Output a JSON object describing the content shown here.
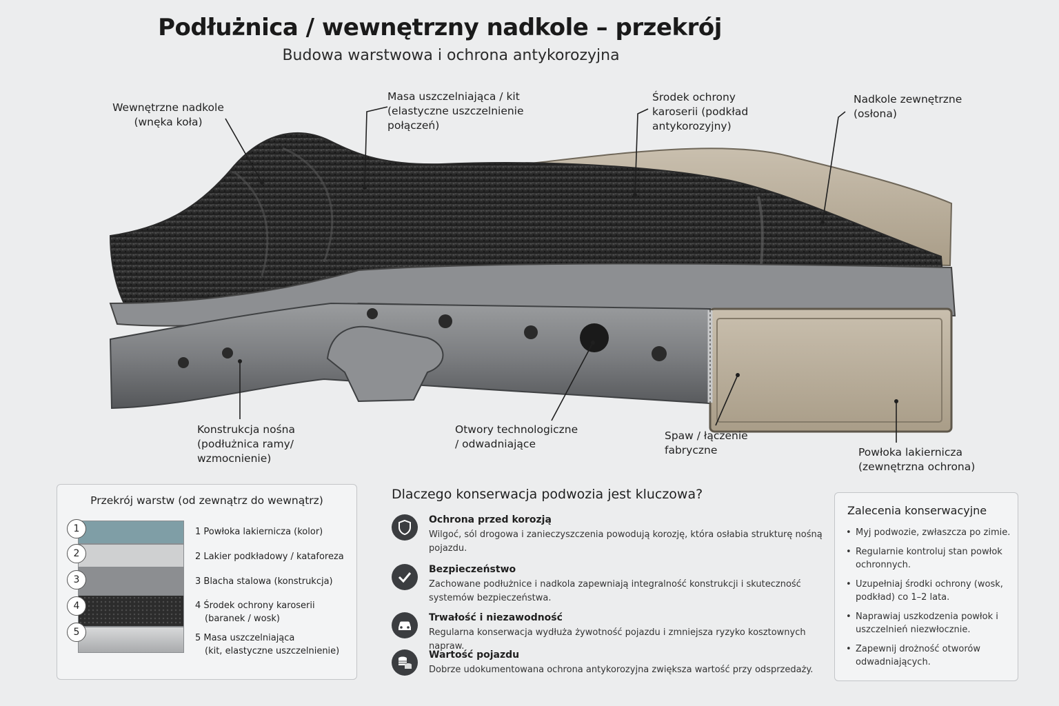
{
  "header": {
    "title": "Podłużnica / wewnętrzny nadkole – przekrój",
    "subtitle": "Budowa warstwowa i ochrona antykorozyjna"
  },
  "callouts": {
    "inner_wheelarch": {
      "main": "Wewnętrzne nadkole",
      "sub": "(wnęka koła)"
    },
    "sealant": {
      "main": "Masa uszczelniająca / kit",
      "sub1": "(elastyczne uszczelnienie",
      "sub2": "połączeń)"
    },
    "underbody_protection": {
      "line1": "Środek ochrony",
      "line2": "karoserii (podkład",
      "line3": "antykorozyjny)"
    },
    "outer_wheelarch": {
      "main": "Nadkole zewnętrzne",
      "sub": "(osłona)"
    },
    "structure": {
      "main": "Konstrukcja nośna",
      "sub1": "(podłużnica ramy/",
      "sub2": "wzmocnienie)"
    },
    "holes": {
      "main": "Otwory technologiczne",
      "sub": "/ odwadniające"
    },
    "weld": {
      "main": "Spaw / łączenie",
      "sub": "fabryczne"
    },
    "paint": {
      "main": "Powłoka lakiernicza",
      "sub": "(zewnętrzna ochrona)"
    }
  },
  "layers": {
    "title": "Przekrój warstw (od zewnątrz do wewnątrz)",
    "items": [
      {
        "num": "1",
        "label": "1  Powłoka lakiernicza (kolor)",
        "sub": "",
        "color": "#7f9ea6"
      },
      {
        "num": "2",
        "label": "2  Lakier podkładowy / kataforeza",
        "sub": "",
        "color": "#cfd0d1"
      },
      {
        "num": "3",
        "label": "3  Blacha stalowa (konstrukcja)",
        "sub": "",
        "color": "#8c8e91"
      },
      {
        "num": "4",
        "label": "4  Środek ochrony karoserii",
        "sub": "(baranek / wosk)",
        "color": "#2c2c2c"
      },
      {
        "num": "5",
        "label": "5  Masa uszczelniająca",
        "sub": "(kit, elastyczne uszczelnienie)",
        "color": "#b9bbbd"
      }
    ]
  },
  "why": {
    "title": "Dlaczego konserwacja podwozia jest kluczowa?",
    "items": [
      {
        "icon": "shield-icon",
        "head": "Ochrona przed korozją",
        "text": "Wilgoć, sól drogowa i zanieczyszczenia powodują korozję, która osłabia strukturę nośną pojazdu."
      },
      {
        "icon": "checkmark-icon",
        "head": "Bezpieczeństwo",
        "text": "Zachowane podłużnice i nadkola zapewniają integralność konstrukcji i skuteczność systemów bezpieczeństwa."
      },
      {
        "icon": "car-icon",
        "head": "Trwałość i niezawodność",
        "text": "Regularna konserwacja wydłuża żywotność pojazdu i zmniejsza ryzyko kosztownych napraw."
      },
      {
        "icon": "coins-icon",
        "head": "Wartość pojazdu",
        "text": "Dobrze udokumentowana ochrona antykorozyjna zwiększa wartość przy odsprzedaży."
      }
    ]
  },
  "recommendations": {
    "title": "Zalecenia konserwacyjne",
    "items": [
      "Myj podwozie, zwłaszcza po zimie.",
      "Regularnie kontroluj stan powłok ochronnych.",
      "Uzupełniaj środki ochrony (wosk, podkład) co 1–2 lata.",
      "Naprawiaj uszkodzenia powłok i uszczelnień niezwłocznie.",
      "Zapewnij drożność otworów odwadniających."
    ]
  }
}
